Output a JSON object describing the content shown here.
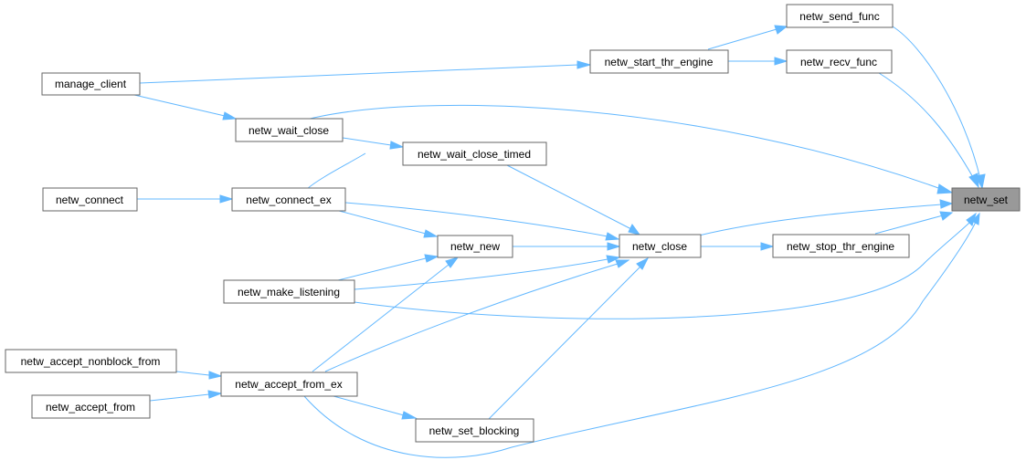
{
  "graph": {
    "title": "netw_set caller graph",
    "colors": {
      "edge": "#63b8ff",
      "node_border": "#666666",
      "current_fill": "#999999",
      "node_fill": "#ffffff"
    },
    "nodes": {
      "netw_set": "netw_set",
      "netw_send_func": "netw_send_func",
      "netw_recv_func": "netw_recv_func",
      "netw_start_thr_engine": "netw_start_thr_engine",
      "manage_client": "manage_client",
      "netw_wait_close": "netw_wait_close",
      "netw_wait_close_timed": "netw_wait_close_timed",
      "netw_connect": "netw_connect",
      "netw_connect_ex": "netw_connect_ex",
      "netw_new": "netw_new",
      "netw_close": "netw_close",
      "netw_stop_thr_engine": "netw_stop_thr_engine",
      "netw_make_listening": "netw_make_listening",
      "netw_accept_nonblock_from": "netw_accept_nonblock_from",
      "netw_accept_from_ex": "netw_accept_from_ex",
      "netw_accept_from": "netw_accept_from",
      "netw_set_blocking": "netw_set_blocking"
    }
  }
}
